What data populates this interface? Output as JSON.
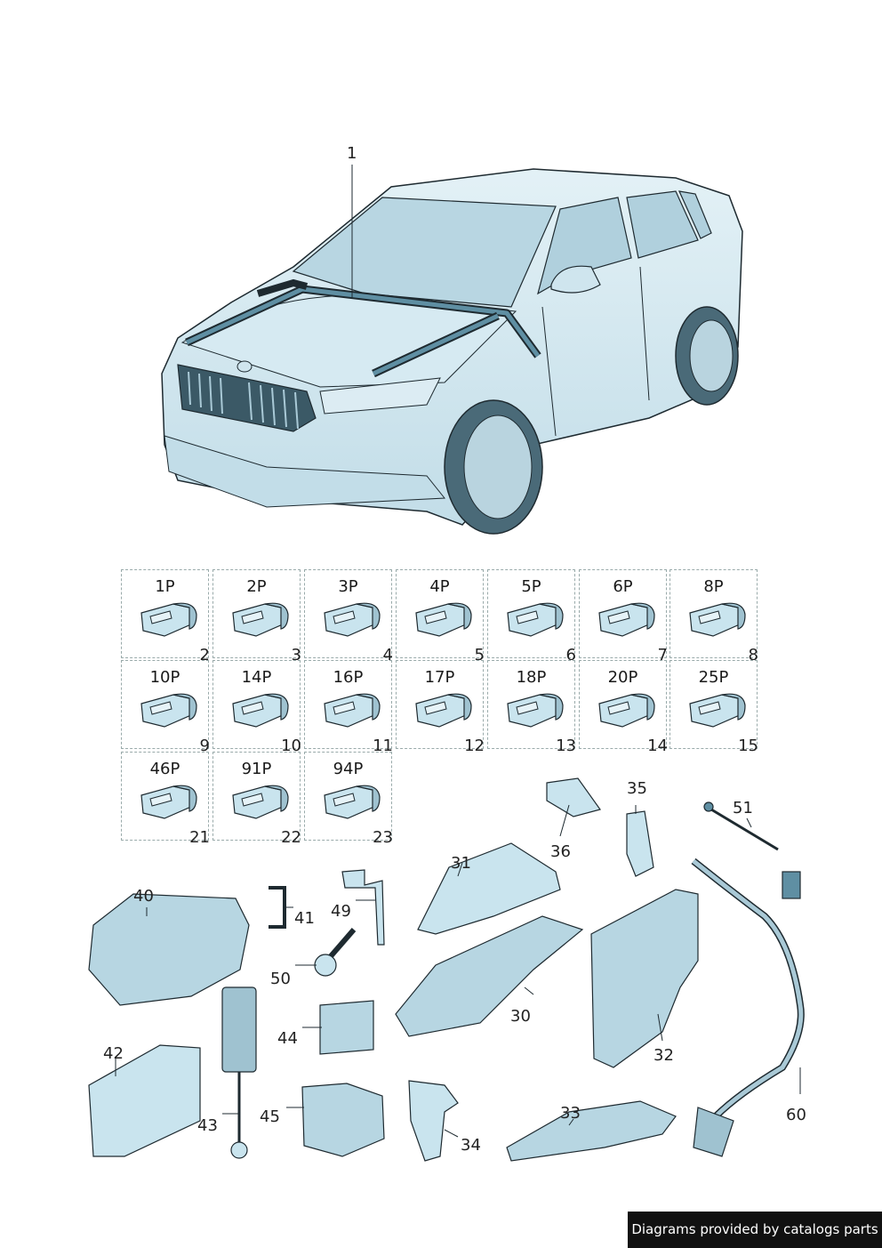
{
  "main_callout": "1",
  "connectors": [
    {
      "pin": "1P",
      "num": "2"
    },
    {
      "pin": "2P",
      "num": "3"
    },
    {
      "pin": "3P",
      "num": "4"
    },
    {
      "pin": "4P",
      "num": "5"
    },
    {
      "pin": "5P",
      "num": "6"
    },
    {
      "pin": "6P",
      "num": "7"
    },
    {
      "pin": "8P",
      "num": "8"
    },
    {
      "pin": "10P",
      "num": "9"
    },
    {
      "pin": "14P",
      "num": "10"
    },
    {
      "pin": "16P",
      "num": "11"
    },
    {
      "pin": "17P",
      "num": "12"
    },
    {
      "pin": "18P",
      "num": "13"
    },
    {
      "pin": "20P",
      "num": "14"
    },
    {
      "pin": "25P",
      "num": "15"
    },
    {
      "pin": "46P",
      "num": "21"
    },
    {
      "pin": "91P",
      "num": "22"
    },
    {
      "pin": "94P",
      "num": "23"
    }
  ],
  "part_callouts": {
    "p30": "30",
    "p31": "31",
    "p32": "32",
    "p33": "33",
    "p34": "34",
    "p35": "35",
    "p36": "36",
    "p40": "40",
    "p41": "41",
    "p42": "42",
    "p43": "43",
    "p44": "44",
    "p45": "45",
    "p49": "49",
    "p50": "50",
    "p51": "51",
    "p60": "60"
  },
  "credit": "Diagrams provided by catalogs parts",
  "colors": {
    "part_fill": "#c9e4ee",
    "part_dark": "#5f8fa3",
    "line": "#1e2a30",
    "harness": "#a9c9d6"
  }
}
